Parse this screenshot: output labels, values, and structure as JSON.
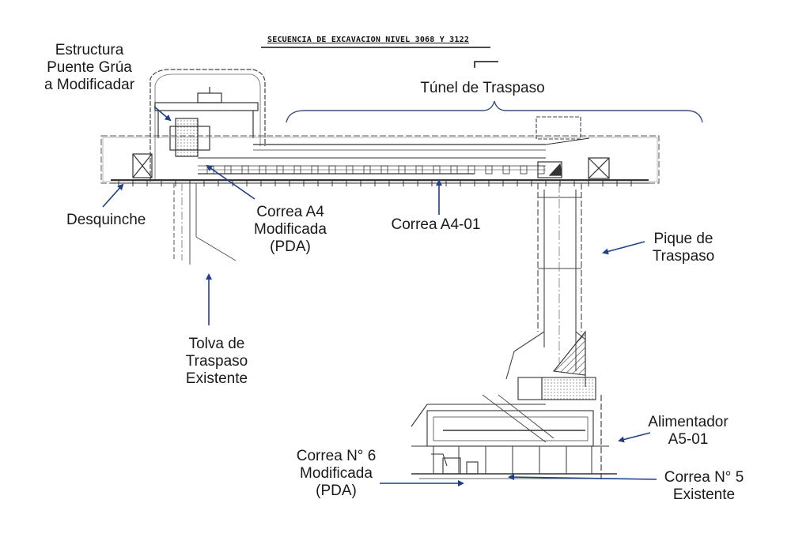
{
  "title": "SECUENCIA DE EXCAVACION NIVEL 3068 Y 3122",
  "labels": {
    "estructura": "Estructura\nPuente Grúa\na Modificadar",
    "tunel": "Túnel de Traspaso",
    "desquinche": "Desquinche",
    "correa_a4": "Correa A4\nModificada\n(PDA)",
    "correa_a4_01": "Correa A4-01",
    "pique": "Pique de\nTraspaso",
    "tolva": "Tolva de\nTraspaso\nExistente",
    "alimentador": "Alimentador\nA5-01",
    "correa_6": "Correa N° 6\nModificada\n(PDA)",
    "correa_5": "Correa N° 5\nExistente"
  },
  "colors": {
    "arrow": "#1f3f86",
    "line": "#333333",
    "brace": "#3a4f7a"
  }
}
